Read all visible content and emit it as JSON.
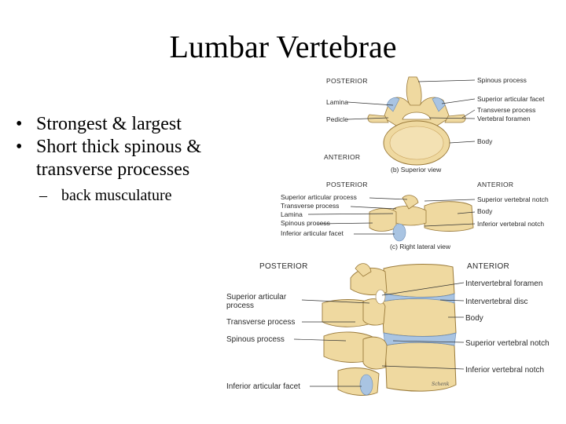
{
  "slide": {
    "title": "Lumbar Vertebrae",
    "bullets": [
      {
        "marker": "•",
        "text": "Strongest & largest"
      },
      {
        "marker": "•",
        "text": "Short thick spinous &",
        "cont": "transverse processes"
      }
    ],
    "sub_bullet": {
      "marker": "–",
      "text": "back musculature"
    }
  },
  "figure_b": {
    "posterior": "POSTERIOR",
    "anterior": "ANTERIOR",
    "caption": "(b) Superior view",
    "left_labels": [
      "Lamina",
      "Pedicle"
    ],
    "right_labels": [
      "Spinous process",
      "Superior articular facet",
      "Transverse process",
      "Vertebral foramen",
      "Body"
    ]
  },
  "figure_c": {
    "posterior": "POSTERIOR",
    "anterior": "ANTERIOR",
    "caption": "(c) Right lateral view",
    "left_labels": [
      "Superior articular process",
      "Transverse process",
      "Lamina",
      "Spinous process",
      "Inferior articular facet"
    ],
    "right_labels": [
      "Superior vertebral notch",
      "Body",
      "Inferior vertebral notch"
    ]
  },
  "figure_d": {
    "posterior": "POSTERIOR",
    "anterior": "ANTERIOR",
    "left_labels": [
      "Superior articular",
      "process",
      "Transverse process",
      "Spinous process",
      "Inferior articular facet"
    ],
    "right_labels": [
      "Intervertebral foramen",
      "Intervertebral disc",
      "Body",
      "Superior vertebral notch",
      "Inferior vertebral notch"
    ],
    "signature": "Schenk"
  },
  "colors": {
    "bone": "#efd9a0",
    "bone_dark": "#c9a35e",
    "disc": "#a9c4e2",
    "line": "#333333"
  }
}
